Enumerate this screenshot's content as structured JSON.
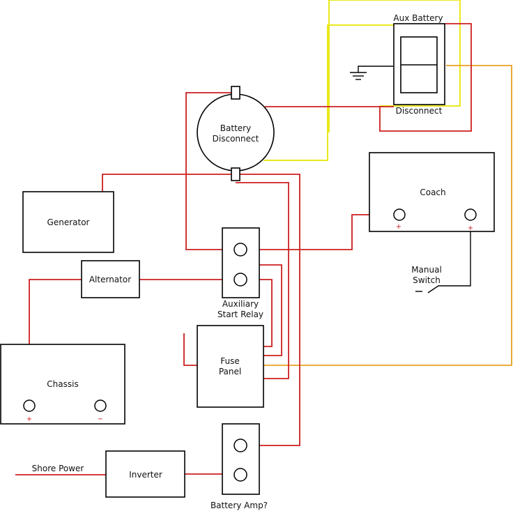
{
  "colors": {
    "red_wire": "#cc1f1f",
    "yellow_wire": "#e8e600",
    "orange_wire": "#e8a020",
    "outline": "#000000",
    "background": "#ffffff",
    "sign": "#cc1f1f"
  },
  "components": {
    "aux_battery": "Aux Battery",
    "disconnect": "Disconnect",
    "battery_disconnect": [
      "Battery",
      "Disconnect"
    ],
    "coach": "Coach",
    "generator": "Generator",
    "alternator": "Alternator",
    "aux_start_relay": [
      "Auxiliary",
      "Start Relay"
    ],
    "manual_switch": [
      "Manual",
      "Switch"
    ],
    "fuse_panel": [
      "Fuse",
      "Panel"
    ],
    "chassis": "Chassis",
    "shore_power": "Shore Power",
    "inverter": "Inverter",
    "battery_amp": "Battery Amp?"
  },
  "signs": {
    "plus": "+",
    "minus": "−"
  }
}
